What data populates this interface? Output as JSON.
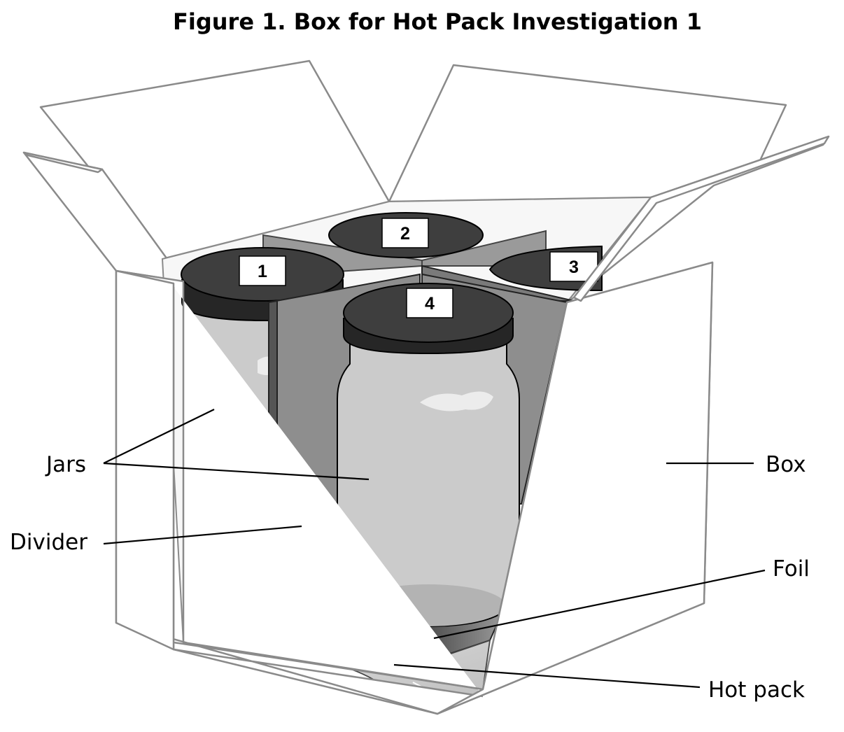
{
  "title": "Figure 1. Box for Hot Pack Investigation 1",
  "labels": {
    "jars": "Jars",
    "divider": "Divider",
    "box": "Box",
    "foil": "Foil",
    "hot_pack": "Hot pack"
  },
  "jar_numbers": [
    "1",
    "2",
    "3",
    "4"
  ],
  "colors": {
    "lid": "#3e3e3e",
    "lid_band": "#262626",
    "jar_glass": "#cbcbcb",
    "divider_face": "#8e8e8e",
    "box_edge": "#8a8a8a"
  }
}
